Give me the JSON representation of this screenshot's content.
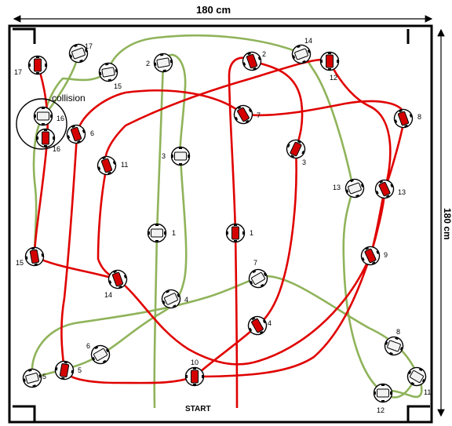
{
  "labels": {
    "width": "180 cm",
    "height": "180 cm",
    "start": "START",
    "collision": "collision"
  },
  "colors": {
    "red_path": "#e00000",
    "green_path": "#8fb35a",
    "red_robot": "#d40000",
    "white_robot": "#f2f2f2",
    "frame": "#000000"
  },
  "red_robots": [
    {
      "id": "r1",
      "label": "1"
    },
    {
      "id": "r2",
      "label": "2"
    },
    {
      "id": "r3",
      "label": "3"
    },
    {
      "id": "r4",
      "label": "4"
    },
    {
      "id": "r5",
      "label": "5"
    },
    {
      "id": "r6",
      "label": "6"
    },
    {
      "id": "r7",
      "label": "7"
    },
    {
      "id": "r8",
      "label": "8"
    },
    {
      "id": "r9",
      "label": "9"
    },
    {
      "id": "r10",
      "label": "10"
    },
    {
      "id": "r11",
      "label": "11"
    },
    {
      "id": "r12",
      "label": "12"
    },
    {
      "id": "r13",
      "label": "13"
    },
    {
      "id": "r14",
      "label": "14"
    },
    {
      "id": "r15",
      "label": "15"
    },
    {
      "id": "r16",
      "label": "16"
    },
    {
      "id": "r17",
      "label": "17"
    }
  ],
  "white_robots": [
    {
      "id": "g1",
      "label": "1"
    },
    {
      "id": "g2",
      "label": "2"
    },
    {
      "id": "g3",
      "label": "3"
    },
    {
      "id": "g4",
      "label": "4"
    },
    {
      "id": "g5",
      "label": "5"
    },
    {
      "id": "g6",
      "label": "6"
    },
    {
      "id": "g7",
      "label": "7"
    },
    {
      "id": "g8",
      "label": "8"
    },
    {
      "id": "g11",
      "label": "11"
    },
    {
      "id": "g12",
      "label": "12"
    },
    {
      "id": "g13",
      "label": "13"
    },
    {
      "id": "g14",
      "label": "14"
    },
    {
      "id": "g15",
      "label": "15"
    },
    {
      "id": "g16",
      "label": "16"
    },
    {
      "id": "g17",
      "label": "17"
    }
  ]
}
